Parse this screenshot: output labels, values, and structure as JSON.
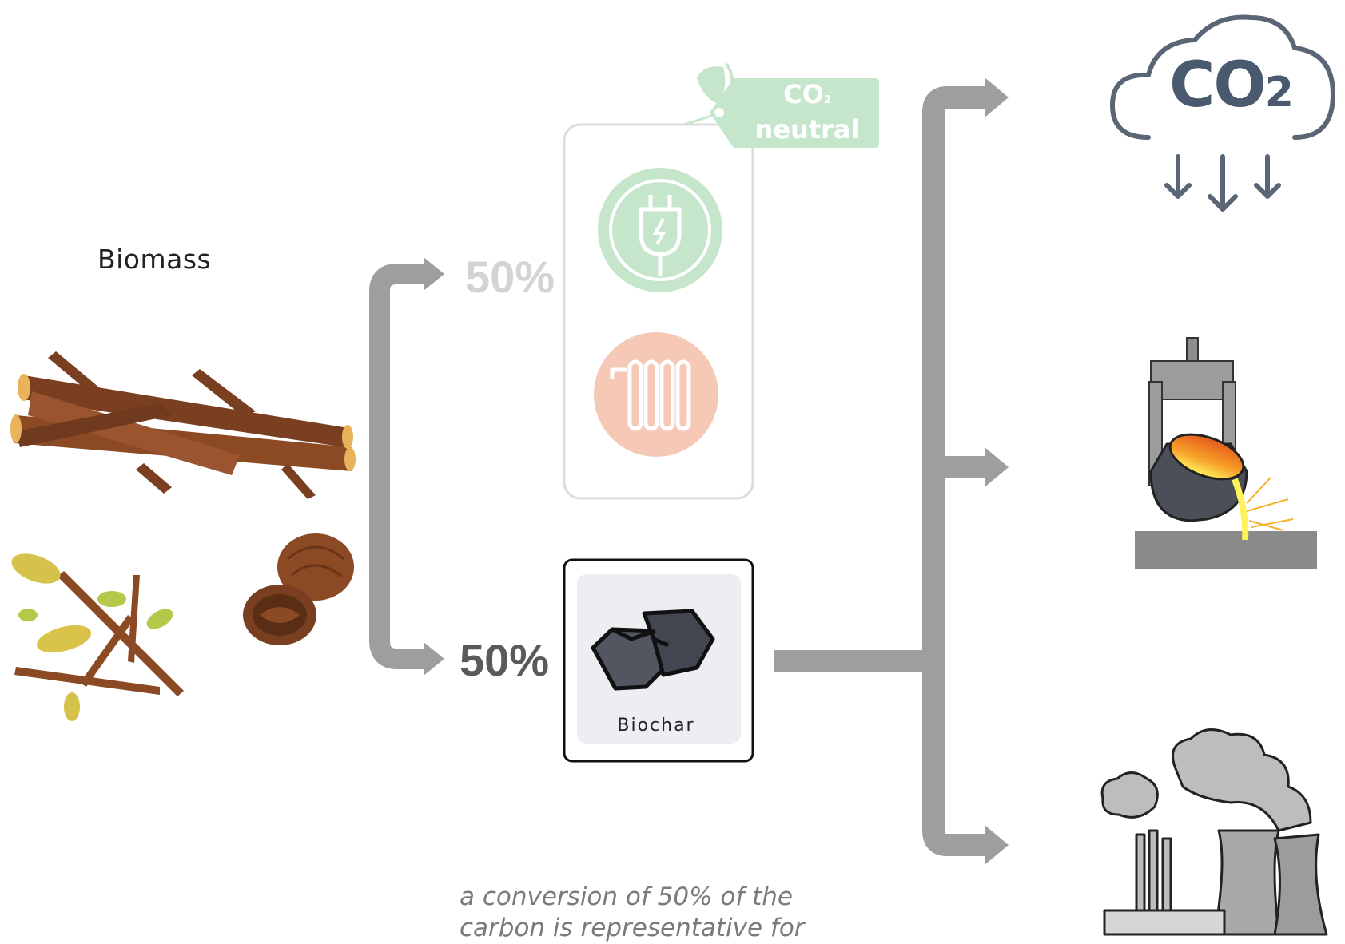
{
  "labels": {
    "biomass": "Biomass",
    "percent_top": "50%",
    "percent_bottom": "50%",
    "biochar": "Biochar",
    "footnote_line1": "a conversion of 50% of the",
    "footnote_line2": "carbon is representative for"
  },
  "co2_neutral_tag": {
    "co2": "CO",
    "sub": "2",
    "word": "neutral"
  },
  "co2_cloud": {
    "co2": "CO",
    "sub": "2"
  },
  "colors": {
    "arrow_gray": "#9e9e9e",
    "faded_green": "#c6e6cc",
    "faded_orange": "#f6c9b6",
    "cloud_stroke": "#5a6676",
    "dark_text": "#5a5a5a"
  },
  "icons": [
    "wood-logs-icon",
    "leafy-twigs-icon",
    "nuts-icon",
    "plug-icon",
    "heater-icon",
    "biochar-icon",
    "co2-cloud-icon",
    "foundry-ladle-icon",
    "power-plant-icon"
  ]
}
